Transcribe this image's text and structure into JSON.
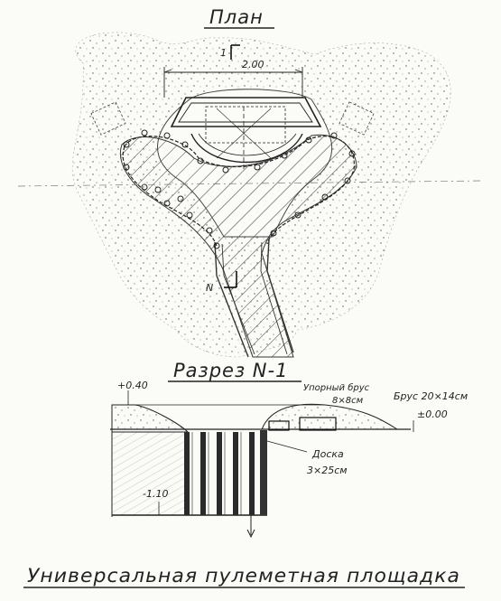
{
  "sheet": {
    "plan_title": "План",
    "section_title": "Разрез N-1",
    "main_title": "Универсальная пулеметная площадка"
  },
  "plan": {
    "section_mark_top": "1",
    "dimension": "2.00",
    "section_mark_bottom": "N"
  },
  "section": {
    "elev_top": "+0.40",
    "elev_zero": "±0.00",
    "elev_bottom": "-1.10",
    "note_stop_beam": "Упорный брус",
    "note_stop_beam_size": "8×8см",
    "note_beam": "Брус 20×14см",
    "note_board": "Доска",
    "note_board_size": "3×25см"
  }
}
